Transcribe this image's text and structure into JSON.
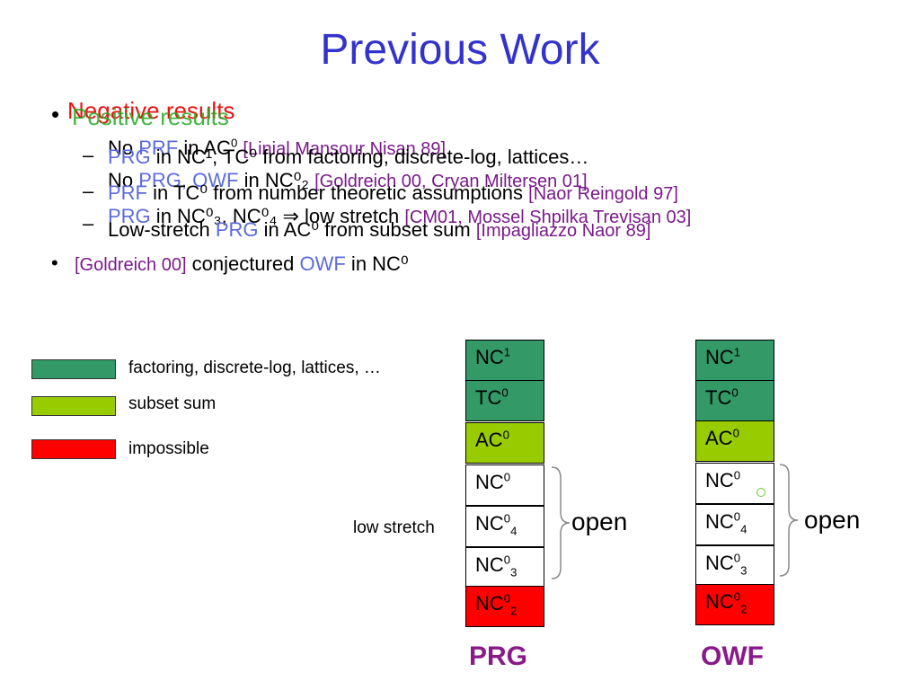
{
  "slide": {
    "title": "Previous Work"
  },
  "overlapping_text": {
    "negative_results": "Negative results",
    "positive_results": "Positive results",
    "neg_line1_pre": "No ",
    "neg_line1_prf": "PRF",
    "neg_line1_mid": " in AC",
    "neg_line1_ref": "[Linial Mansour Nisan 89]",
    "pos_line1_prg": "PRG",
    "pos_line1_rest": " in NC¹, TC⁰ from factoring, discrete-log, lattices…",
    "neg_line2_pre": "No ",
    "neg_line2_prg": "PRG, OWF",
    "neg_line2_mid": " in NC⁰₂ ",
    "neg_line2_ref": "[Goldreich 00, Cryan Miltersen 01]",
    "pos_line2_prf": "PRF",
    "pos_line2_rest": " in TC⁰ from number theoretic assumptions ",
    "pos_line2_ref": "[Naor Reingold 97]",
    "neg_line3_prg": "PRG",
    "neg_line3_rest": " in NC⁰₃, NC⁰₄ ⇒ low stretch ",
    "neg_line3_ref": "[CM01, Mossel Shpilka Trevisan 03]",
    "pos_line3_pre": "Low-stretch ",
    "pos_line3_prg": "PRG",
    "pos_line3_rest": " in AC⁰ from subset sum ",
    "pos_line3_ref": "[Impagliazzo Naor 89]",
    "bullet3_ref": "[Goldreich 00]",
    "bullet3_mid": " conjectured ",
    "bullet3_owf": "OWF",
    "bullet3_end": " in NC⁰"
  },
  "legend": [
    {
      "label": "factoring, discrete-log, lattices, …",
      "color": "#339966"
    },
    {
      "label": "subset sum",
      "color": "#99cc00"
    },
    {
      "label": "impossible",
      "color": "#ff0000"
    }
  ],
  "low_stretch_label": "low stretch",
  "columns": [
    {
      "name": "PRG",
      "open_label": "open",
      "cells": [
        {
          "base": "NC",
          "sup": "1",
          "sub": "",
          "color": "#339966"
        },
        {
          "base": "TC",
          "sup": "0",
          "sub": "",
          "color": "#339966"
        },
        {
          "base": "AC",
          "sup": "0",
          "sub": "",
          "color": "#99cc00"
        },
        {
          "base": "NC",
          "sup": "0",
          "sub": "",
          "color": "#ffffff"
        },
        {
          "base": "NC",
          "sup": "0",
          "sub": "4",
          "color": "#ffffff"
        },
        {
          "base": "NC",
          "sup": "0",
          "sub": "3",
          "color": "#ffffff"
        },
        {
          "base": "NC",
          "sup": "0",
          "sub": "2",
          "color": "#ff0000"
        }
      ]
    },
    {
      "name": "OWF",
      "open_label": "open",
      "cells": [
        {
          "base": "NC",
          "sup": "1",
          "sub": "",
          "color": "#339966"
        },
        {
          "base": "TC",
          "sup": "0",
          "sub": "",
          "color": "#339966"
        },
        {
          "base": "AC",
          "sup": "0",
          "sub": "",
          "color": "#99cc00"
        },
        {
          "base": "NC",
          "sup": "0",
          "sub": "",
          "color": "#ffffff"
        },
        {
          "base": "NC",
          "sup": "0",
          "sub": "4",
          "color": "#ffffff"
        },
        {
          "base": "NC",
          "sup": "0",
          "sub": "3",
          "color": "#ffffff"
        },
        {
          "base": "NC",
          "sup": "0",
          "sub": "2",
          "color": "#ff0000"
        }
      ]
    }
  ],
  "colors": {
    "title": "#3333cc",
    "reference": "#7a1a8a",
    "highlight_blue": "#5c6bdc",
    "negative_red": "#ee1111",
    "positive_green": "#22aa22",
    "column_name": "#8a1a8a",
    "marker_dot": "#66cc33"
  }
}
